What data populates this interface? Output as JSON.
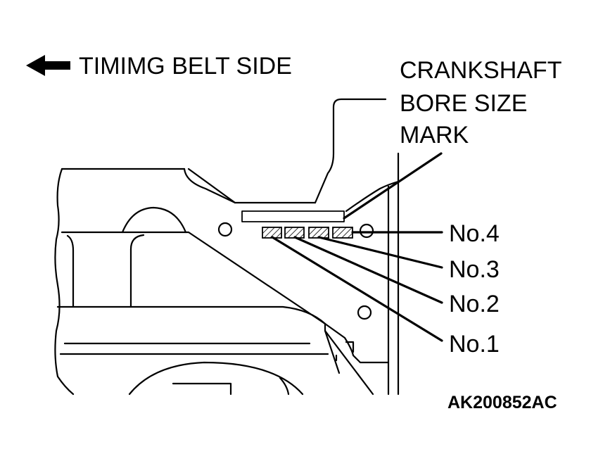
{
  "direction_label": "TIMIMG BELT SIDE",
  "mark_label": {
    "line1": "CRANKSHAFT",
    "line2": "BORE SIZE",
    "line3": "MARK"
  },
  "journal_labels": [
    "No.4",
    "No.3",
    "No.2",
    "No.1"
  ],
  "figure_id": "AK200852AC",
  "colors": {
    "ink": "#000000",
    "background": "#ffffff"
  }
}
